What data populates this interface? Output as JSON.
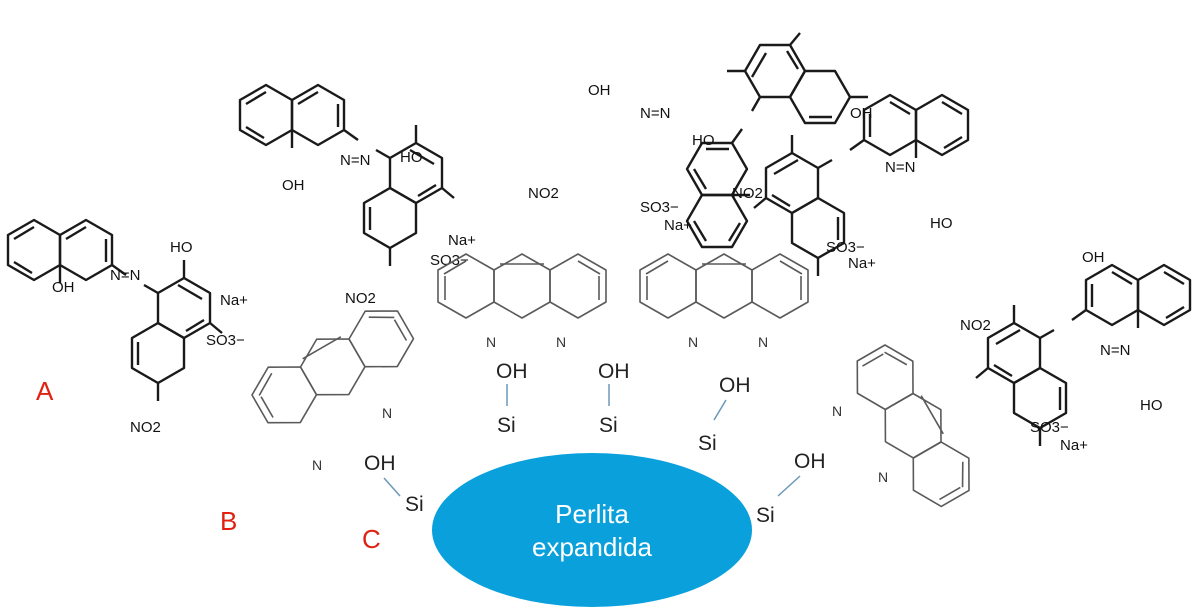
{
  "labels": {
    "a": "A",
    "b": "B",
    "c": "C"
  },
  "label_color": "#e02010",
  "perlite": {
    "line1": "Perlita",
    "line2": "expandida",
    "color": "#0aa0dc"
  },
  "silanol": {
    "oh": "OH",
    "si": "Si"
  },
  "phenanthroline": {
    "n": "N"
  },
  "dye": {
    "oh": "OH",
    "ho": "HO",
    "azo": "N=N",
    "na": "Na+",
    "so3": "SO3−",
    "no2": "NO2"
  }
}
